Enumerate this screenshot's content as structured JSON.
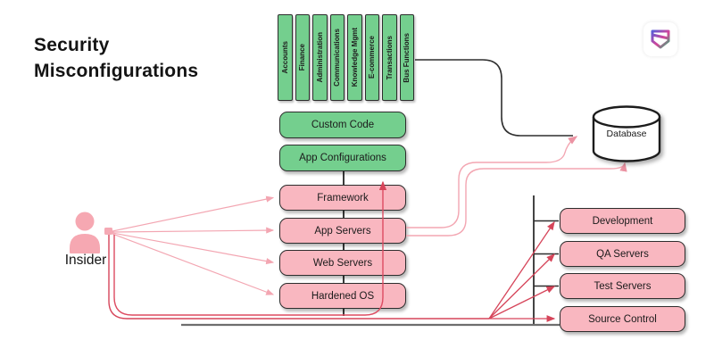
{
  "title": {
    "line1": "Security",
    "line2": "Misconfigurations"
  },
  "logo": {
    "name": "shield-gradient-logo"
  },
  "business_functions": {
    "items": [
      "Accounts",
      "Finance",
      "Administration",
      "Communications",
      "Knowledge Mgmt",
      "E-commerce",
      "Transactions",
      "Bus Functions"
    ]
  },
  "app_stack": {
    "custom_code": "Custom Code",
    "app_configurations": "App Configurations",
    "framework": "Framework",
    "app_servers": "App Servers",
    "web_servers": "Web Servers",
    "hardened_os": "Hardened OS"
  },
  "environments": {
    "development": "Development",
    "qa_servers": "QA Servers",
    "test_servers": "Test Servers",
    "source_control": "Source Control"
  },
  "database": {
    "label": "Database"
  },
  "actor": {
    "label": "Insider"
  },
  "colors": {
    "green_fill": "#74cf8e",
    "pink_fill": "#f9b7c0",
    "red_line": "#d6455a",
    "light_pink_line": "#f3a6b2",
    "dark_line": "#2f2f2f",
    "gray_line": "#6e6e6e"
  }
}
